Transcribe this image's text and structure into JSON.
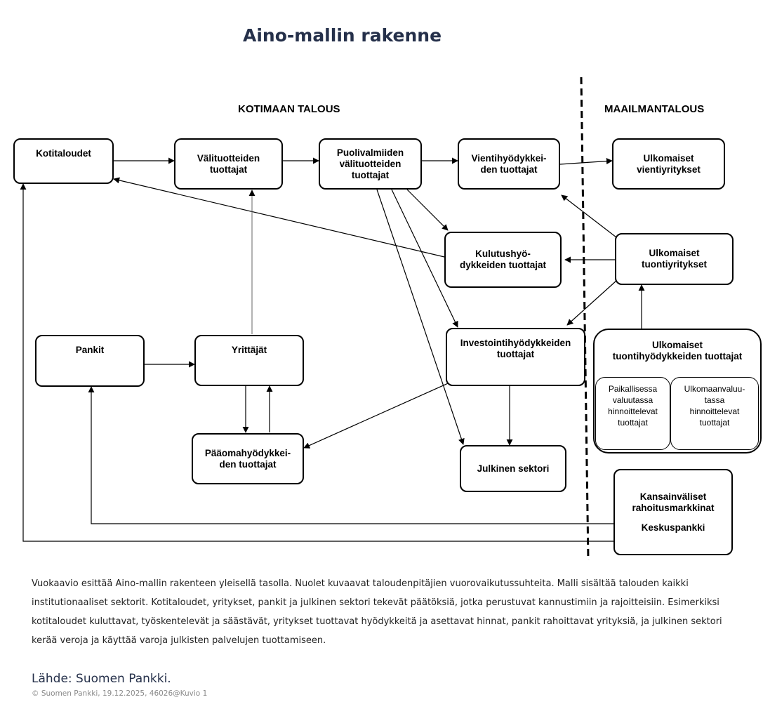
{
  "title": "Aino-mallin rakenne",
  "sections": {
    "domestic": "KOTIMAAN TALOUS",
    "world": "MAAILMANTALOUS"
  },
  "boxes": {
    "kotitaloudet": "Kotitaloudet",
    "valituotteet": "Välituotteiden\ntuottajat",
    "puolivalmiit": "Puolivalmiiden\nvälituotteiden\ntuottajat",
    "vientihyodykkeet": "Vientihyödykkei-\nden tuottajat",
    "ulkomaiset_vientiyritykset": "Ulkomaiset\nvientiyritykset",
    "kulutushyodykkeet": "Kulutushyö-\ndykkeiden tuottajat",
    "ulkomaiset_tuontiyritykset": "Ulkomaiset\ntuontiyritykset",
    "pankit": "Pankit",
    "yrittajat": "Yrittäjät",
    "investointihyodykkeet": "Investointihyödykkeiden\ntuottajat",
    "ulkomaiset_tuontihyodykkeet": "Ulkomaiset\ntuontihyödykkeiden tuottajat",
    "paikallinen_valuutta": "Paikallisessa\nvaluutassa\nhinnoittelevat\ntuottajat",
    "ulkomaanvaluutta": "Ulkomaanvaluu-\ntassa\nhinnoittelevat\ntuottajat",
    "paaomahyodykkeet": "Pääomahyödykkei-\nden tuottajat",
    "julkinen_sektori": "Julkinen sektori",
    "kansainvaliset_rahoitusmarkkinat": "Kansainväliset\nrahoitusmarkkinat",
    "keskuspankki": "Keskuspankki"
  },
  "description": "Vuokaavio esittää Aino-mallin rakenteen yleisellä tasolla. Nuolet kuvaavat taloudenpitäjien vuorovaikutussuhteita. Malli sisältää talouden kaikki institutionaaliset sektorit. Kotitaloudet, yritykset, pankit ja julkinen sektori tekevät päätöksiä, jotka perustuvat kannustimiin ja rajoitteisiin. Esimerkiksi kotitaloudet kuluttavat, työskentelevät ja säästävät, yritykset tuottavat hyödykkeitä ja asettavat hinnat, pankit rahoittavat yrityksiä, ja julkinen sektori kerää veroja ja käyttää varoja julkisten palvelujen tuottamiseen.",
  "source": "Lähde: Suomen Pankki.",
  "copyright": "© Suomen Pankki, 19.12.2025, 46026@Kuvio 1"
}
